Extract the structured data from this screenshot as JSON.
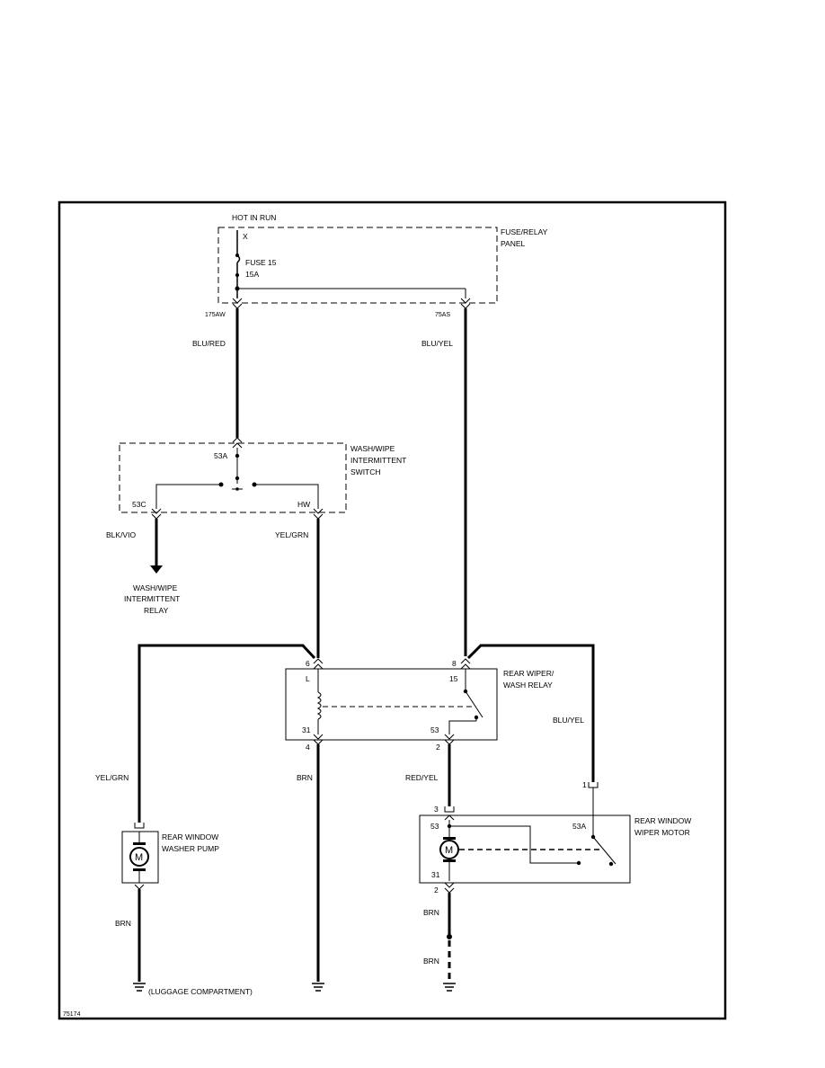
{
  "fuse_panel": {
    "source": "HOT IN RUN",
    "terminal": "X",
    "fuse": "FUSE 15",
    "rating": "15A",
    "name_line1": "FUSE/RELAY",
    "name_line2": "PANEL",
    "pin_left": "175AW",
    "pin_right": "75AS"
  },
  "wires": {
    "w1": "BLU/RED",
    "w2": "BLU/YEL",
    "w3": "BLK/VIO",
    "w4": "YEL/GRN",
    "w5": "YEL/GRN",
    "w6": "BLU/YEL",
    "w7": "BRN",
    "w8": "RED/YEL",
    "w9": "BRN",
    "w10": "BRN",
    "w11": "BRN"
  },
  "switch": {
    "name_line1": "WASH/WIPE",
    "name_line2": "INTERMITTENT",
    "name_line3": "SWITCH",
    "pin_top": "53A",
    "pin_left": "53C",
    "pin_right": "HW"
  },
  "relay_dest": {
    "line1": "WASH/WIPE",
    "line2": "INTERMITTENT",
    "line3": "RELAY"
  },
  "wiper_relay": {
    "name_line1": "REAR WIPER/",
    "name_line2": "WASH RELAY",
    "pin6": "6",
    "pin8": "8",
    "pinL": "L",
    "pin15": "15",
    "pin31": "31",
    "pin53": "53",
    "pin4": "4",
    "pin2": "2"
  },
  "washer_pump": {
    "name_line1": "REAR WINDOW",
    "name_line2": "WASHER PUMP",
    "motor": "M"
  },
  "wiper_motor": {
    "name_line1": "REAR WINDOW",
    "name_line2": "WIPER MOTOR",
    "motor": "M",
    "pin3": "3",
    "pin1": "1",
    "pin53": "53",
    "pin53a": "53A",
    "pin31": "31",
    "pin2": "2"
  },
  "ground_note": "(LUGGAGE COMPARTMENT)",
  "figure_id": "75174"
}
